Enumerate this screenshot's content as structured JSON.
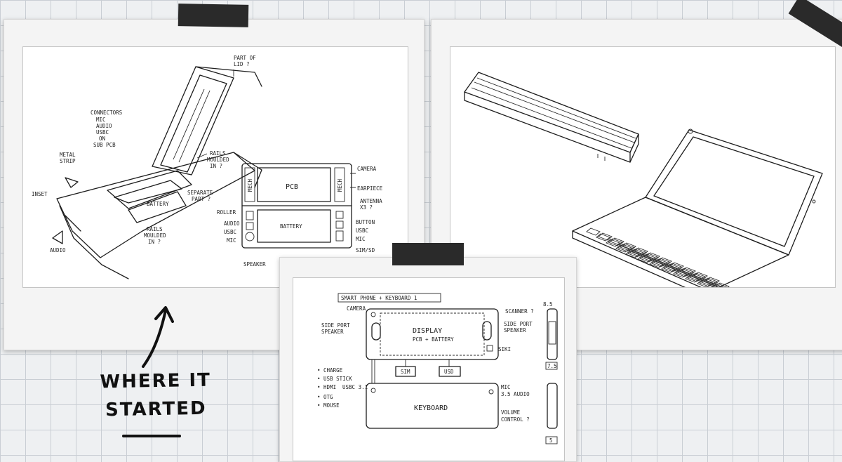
{
  "caption": {
    "line1": "WHERE IT",
    "line2": "STARTED"
  },
  "sketch_left": {
    "labels": {
      "part_of_lid": [
        "PART OF",
        "LID ?"
      ],
      "connectors": [
        "CONNECTORS",
        "MIC",
        "AUDIO",
        "USBC",
        "ON",
        "SUB PCB"
      ],
      "metal_strip": [
        "METAL",
        "STRIP"
      ],
      "rails_moulded_top": [
        "RAILS",
        "MOULDED",
        "IN ?"
      ],
      "separate_part": [
        "SEPARATE",
        "PART ?"
      ],
      "battery": "BATTERY",
      "rails_moulded_bottom": [
        "RAILS",
        "MOULDED",
        "IN ?"
      ],
      "inset": "INSET",
      "audio": "AUDIO",
      "pcb": "PCB",
      "battery_box": "BATTERY",
      "mech_left": "MECH",
      "mech_right": "MECH",
      "camera": "CAMERA",
      "earpiece": "EARPIECE",
      "antenna": [
        "ANTENNA",
        "X3 ?"
      ],
      "roller": "ROLLER",
      "audio_small": "AUDIO",
      "usbc_left": "USBC",
      "mic_left": "MIC",
      "button": "BUTTON",
      "usbc_right": "USBC",
      "mic_right": "MIC",
      "sim_sd": "SIM/SD",
      "speaker": "SPEAKER"
    }
  },
  "sketch_bottom": {
    "title": "SMART PHONE + KEYBOARD 1",
    "camera": "CAMERA",
    "side_port_speaker_left": [
      "SIDE PORT",
      "SPEAKER"
    ],
    "display": "DISPLAY",
    "pcb_battery": "PCB + BATTERY",
    "scanner": "SCANNER ?",
    "side_port_speaker_right": [
      "SIDE PORT",
      "SPEAKER"
    ],
    "siki": "SIKI",
    "sim": "SIM",
    "usd": "USD",
    "features": [
      "• CHARGE",
      "• USB STICK",
      "• HDMI",
      "• OTG",
      "• MOUSE"
    ],
    "usbc": "USBC 3.1",
    "keyboard": "KEYBOARD",
    "mic_audio": [
      "MIC",
      "3.5 AUDIO"
    ],
    "volume": [
      "VOLUME",
      "CONTROL ?"
    ],
    "dim_top": "8.5",
    "dim_side1": "7.5",
    "dim_side2": "5"
  }
}
